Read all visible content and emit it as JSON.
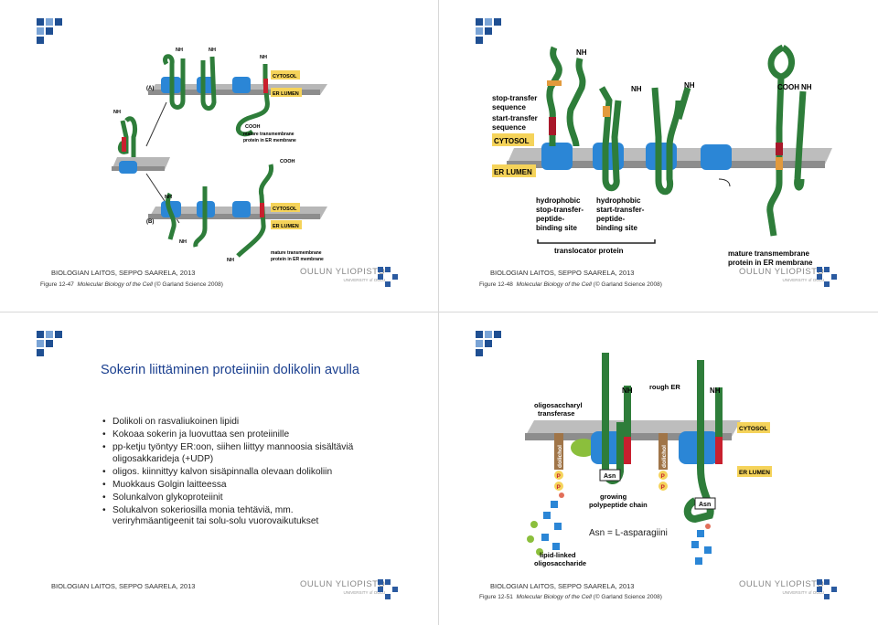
{
  "colors": {
    "protein_green": "#2e7d3a",
    "channel_blue": "#2b86d6",
    "stop_red": "#c8202e",
    "start_orange": "#e29a3c",
    "membrane_gray": "#9a9a9a",
    "title_blue": "#1a3f8f",
    "label_yellow": "#f5d35a"
  },
  "footer": {
    "credit": "BIOLOGIAN LAITOS, SEPPO SAARELA, 2013",
    "university": "OULUN YLIOPISTO",
    "university_sub": "UNIVERSITY of OULU"
  },
  "slide1": {
    "figure_label": "Figure 12-47",
    "book": "Molecular Biology of the Cell",
    "publisher": "(© Garland Science 2008)",
    "panel_a": "(A)",
    "panel_b": "(B)",
    "nh2": "NH",
    "cooh": "COOH",
    "cytosol": "CYTOSOL",
    "er_lumen": "ER LUMEN",
    "mature_line1": "mature transmembrane",
    "mature_line2": "protein in ER membrane"
  },
  "slide2": {
    "figure_label": "Figure 12-48",
    "book": "Molecular Biology of the Cell",
    "publisher": "(© Garland Science 2008)",
    "nh2": "NH",
    "cooh": "COOH",
    "stop_transfer_1": "stop-transfer",
    "stop_transfer_2": "sequence",
    "start_transfer_1": "start-transfer",
    "start_transfer_2": "sequence",
    "cytosol": "CYTOSOL",
    "er_lumen": "ER LUMEN",
    "hydrophobic_stop": [
      "hydrophobic",
      "stop-transfer-",
      "peptide-",
      "binding site"
    ],
    "hydrophobic_start": [
      "hydrophobic",
      "start-transfer-",
      "peptide-",
      "binding site"
    ],
    "translocator": "translocator protein",
    "mature_line1": "mature transmembrane",
    "mature_line2": "protein in ER membrane"
  },
  "slide3": {
    "title": "Sokerin liittäminen proteiiniin dolikolin avulla",
    "bullets": [
      "Dolikoli on rasvaliukoinen lipidi",
      "Kokoaa sokerin ja luovuttaa sen proteiinille",
      "pp-ketju työntyy ER:oon, siihen liittyy mannoosia sisältäviä oligosakkarideja (+UDP)",
      "oligos. kiinnittyy kalvon sisäpinnalla olevaan dolikoliin",
      "Muokkaus Golgin laitteessa",
      "Solunkalvon glykoproteiinit",
      "Solukalvon sokeriosilla monia tehtäviä, mm. veriryhmäantigeenit tai solu-solu vuorovaikutukset"
    ]
  },
  "slide4": {
    "figure_label": "Figure 12-51",
    "book": "Molecular Biology of the Cell",
    "publisher": "(© Garland Science 2008)",
    "nh2": "NH",
    "rough_er": "rough ER",
    "oligo_1": "oligosaccharyl",
    "oligo_2": "transferase",
    "dolichol": "dolichol",
    "p": "P",
    "asn": "Asn",
    "growing_1": "growing",
    "growing_2": "polypeptide chain",
    "cytosol": "CYTOSOL",
    "er_lumen": "ER LUMEN",
    "lipid_1": "lipid-linked",
    "lipid_2": "oligosaccharide",
    "asn_note": "Asn = L-asparagiini"
  }
}
